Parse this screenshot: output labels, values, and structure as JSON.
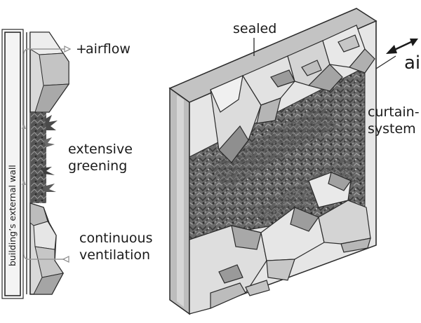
{
  "labels": {
    "airflow": "airflow",
    "extensive_line1": "extensive",
    "extensive_line2": "greening",
    "continuous_line1": "continuous",
    "continuous_line2": "ventilation",
    "sealed": "sealed",
    "curtain_line1": "curtain-",
    "curtain_line2": "system",
    "air_partial": "ai",
    "wall_vertical": "building’s external wall"
  },
  "colors": {
    "outline": "#2a2a2a",
    "panel_light": "#e2e2e2",
    "panel_mid": "#c9c9c9",
    "panel_dark": "#9a9a9a",
    "greenery_dark": "#3d3d3d",
    "greenery_light": "#8a8a8a",
    "arrow": "#9a9a9a"
  }
}
